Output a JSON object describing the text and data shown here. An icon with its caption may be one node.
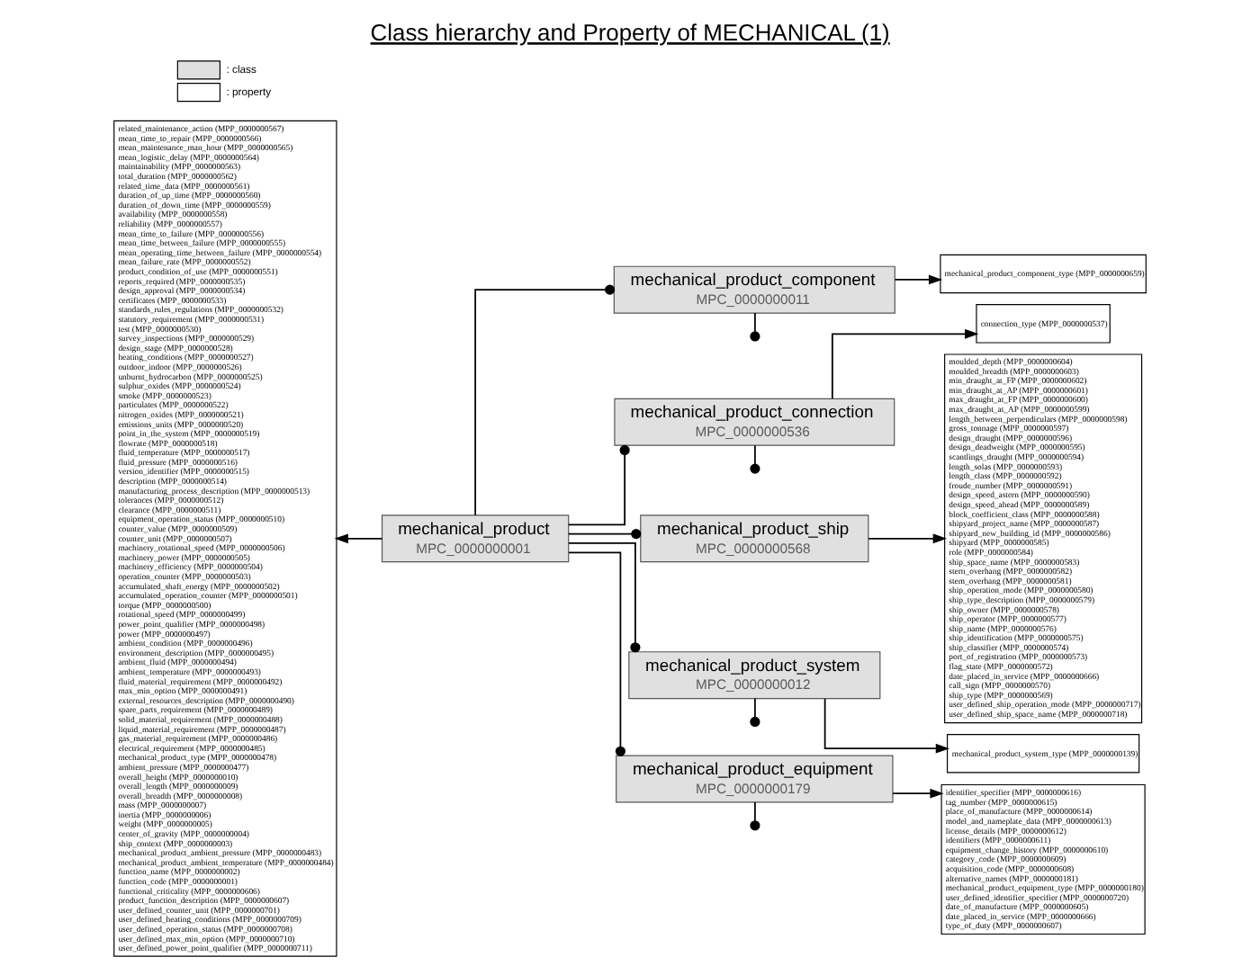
{
  "diagram": {
    "title": "Class hierarchy and Property of MECHANICAL (1)",
    "nodes": [
      {
        "text": [
          "mechanical_product",
          "MPC_0000000001"
        ]
      },
      {
        "text": [
          "mechanical_product_component",
          "MPC_0000000011"
        ]
      },
      {
        "text": [
          "mechanical_product_connection",
          "MPC_0000000536"
        ]
      },
      {
        "text": [
          "mechanical_product_ship",
          "MPC_0000000568"
        ]
      },
      {
        "text": [
          "mechanical_product_system",
          "MPC_0000000012"
        ]
      },
      {
        "text": [
          "mechanical_product_equipment",
          "MPC_0000000179"
        ]
      },
      {
        "text": [
          "related_maintenance_action (MPP_0000000567)",
          "mean_time_to_repair (MPP_0000000566)",
          "mean_maintenance_man_hour (MPP_0000000565)",
          "mean_logistic_delay (MPP_0000000564)",
          "maintainability (MPP_0000000563)",
          "total_duration (MPP_0000000562)",
          "related_time_data (MPP_0000000561)",
          "duration_of_up_time (MPP_0000000560)",
          "duration_of_down_time (MPP_0000000559)",
          "availability (MPP_0000000558)",
          "reliability (MPP_0000000557)",
          "mean_time_to_failure (MPP_0000000556)",
          "mean_time_between_failure (MPP_0000000555)",
          "mean_operating_time_between_failure (MPP_0000000554)",
          "mean_failure_rate (MPP_0000000552)",
          "product_condition_of_use (MPP_0000000551)",
          "reports_required (MPP_0000000535)",
          "design_approval (MPP_0000000534)",
          "certificates (MPP_0000000533)",
          "standards_rules_regulations (MPP_0000000532)",
          "statutory_requirement (MPP_0000000531)",
          "test (MPP_0000000530)",
          "survey_inspections (MPP_0000000529)",
          "design_stage (MPP_0000000528)",
          "heating_conditions (MPP_0000000527)",
          "outdoor_indoor (MPP_0000000526)",
          "unburnt_hydrocarbon (MPP_0000000525)",
          "sulphur_oxides (MPP_0000000524)",
          "smoke (MPP_0000000523)",
          "particulates (MPP_0000000522)",
          "nitrogen_oxides (MPP_0000000521)",
          "emissions_units (MPP_0000000520)",
          "point_in_the_system (MPP_0000000519)",
          "flowrate (MPP_0000000518)",
          "fluid_temperature (MPP_0000000517)",
          "fluid_pressure (MPP_0000000516)",
          "version_identifier (MPP_0000000515)",
          "description (MPP_0000000514)",
          "manufacturing_process_description (MPP_0000000513)",
          "tolerances (MPP_0000000512)",
          "clearance (MPP_0000000511)",
          "equipment_operation_status (MPP_0000000510)",
          "counter_value (MPP_0000000509)",
          "counter_unit (MPP_0000000507)",
          "machinery_rotational_speed (MPP_0000000506)",
          "machinery_power (MPP_0000000505)",
          "machinery_efficiency (MPP_0000000504)",
          "operation_counter (MPP_0000000503)",
          "accumulated_shaft_energy (MPP_0000000502)",
          "accumulated_operation_counter (MPP_0000000501)",
          "torque (MPP_0000000500)",
          "rotational_speed (MPP_0000000499)",
          "power_point_qualifier (MPP_0000000498)",
          "power (MPP_0000000497)",
          "ambient_condition (MPP_0000000496)",
          "environment_description (MPP_0000000495)",
          "ambient_fluid (MPP_0000000494)",
          "ambient_temperature (MPP_0000000493)",
          "fluid_material_requirement (MPP_0000000492)",
          "max_min_option (MPP_0000000491)",
          "external_resources_description (MPP_0000000490)",
          "spare_parts_requirement (MPP_0000000489)",
          "solid_material_requirement (MPP_0000000488)",
          "liquid_material_requirement (MPP_0000000487)",
          "gas_material_requirement (MPP_0000000486)",
          "electrical_requirement (MPP_0000000485)",
          "mechanical_product_type (MPP_0000000478)",
          "ambient_pressure (MPP_0000000477)",
          "overall_height (MPP_0000000010)",
          "overall_length (MPP_0000000009)",
          "overall_breadth (MPP_0000000008)",
          "mass (MPP_0000000007)",
          "inertia (MPP_0000000006)",
          "weight (MPP_0000000005)",
          "center_of_gravity (MPP_0000000004)",
          "ship_context (MPP_0000000003)",
          "mechanical_product_ambient_pressure (MPP_0000000483)",
          "mechanical_product_ambient_temperature (MPP_0000000484)",
          "function_name (MPP_0000000002)",
          "function_code (MPP_0000000001)",
          "functional_criticality (MPP_0000000606)",
          "product_function_description (MPP_0000000607)",
          "user_defined_counter_unit (MPP_0000000701)",
          "user_defined_heating_conditions (MPP_0000000709)",
          "user_defined_operation_status (MPP_0000000708)",
          "user_defined_max_min_option (MPP_0000000710)",
          "user_defined_power_point_qualifier (MPP_0000000711)"
        ]
      },
      {
        "text": [
          "mechanical_product_component_type (MPP_0000000659)"
        ]
      },
      {
        "text": [
          "connection_type (MPP_0000000537)"
        ]
      },
      {
        "text": [
          "moulded_depth (MPP_0000000604)",
          "moulded_breadth (MPP_0000000603)",
          "min_draught_at_FP (MPP_0000000602)",
          "min_draught_at_AP (MPP_0000000601)",
          "max_draught_at_FP (MPP_0000000600)",
          "max_draught_at_AP (MPP_0000000599)",
          "length_between_perpendiculars (MPP_0000000598)",
          "gross_tonnage (MPP_0000000597)",
          "design_draught (MPP_0000000596)",
          "design_deadweight (MPP_0000000595)",
          "scantlings_draught (MPP_0000000594)",
          "length_solas (MPP_0000000593)",
          "length_class (MPP_0000000592)",
          "froude_number (MPP_0000000591)",
          "design_speed_astern (MPP_0000000590)",
          "design_speed_ahead (MPP_0000000589)",
          "block_coefficient_class (MPP_0000000588)",
          "shipyard_project_name (MPP_0000000587)",
          "shipyard_new_building_id (MPP_0000000586)",
          "shipyard (MPP_0000000585)",
          "role (MPP_0000000584)",
          "ship_space_name (MPP_0000000583)",
          "stern_overhang (MPP_0000000582)",
          "stem_overhang (MPP_0000000581)",
          "ship_operation_mode (MPP_0000000580)",
          "ship_type_description (MPP_0000000579)",
          "ship_owner (MPP_0000000578)",
          "ship_operator (MPP_0000000577)",
          "ship_name (MPP_0000000576)",
          "ship_identification (MPP_0000000575)",
          "ship_classifier (MPP_0000000574)",
          "port_of_registration (MPP_0000000573)",
          "flag_state (MPP_0000000572)",
          "date_placed_in_service (MPP_0000000666)",
          "call_sign (MPP_0000000570)",
          "ship_type (MPP_0000000569)",
          "user_defined_ship_operation_mode (MPP_0000000717)",
          "user_defined_ship_space_name (MPP_0000000718)"
        ]
      },
      {
        "text": [
          "mechanical_product_system_type (MPP_0000000139)"
        ]
      },
      {
        "text": [
          "identifier_specifier (MPP_0000000616)",
          "tag_number (MPP_0000000615)",
          "place_of_manufacture (MPP_0000000614)",
          "model_and_nameplate_data (MPP_0000000613)",
          "license_details (MPP_0000000612)",
          "identifiers (MPP_0000000611)",
          "equipment_change_history (MPP_0000000610)",
          "category_code (MPP_0000000609)",
          "acquisition_code (MPP_0000000608)",
          "alternative_names (MPP_0000000181)",
          "mechanical_product_equipment_type (MPP_0000000180)",
          "user_defined_identifier_specifier (MPP_0000000720)",
          "date_of_manufacture (MPP_0000000605)",
          "date_placed_in_service (MPP_0000000666)",
          "type_of_duty (MPP_0000000607)"
        ]
      }
    ],
    "edges": [
      {
        "from": 0,
        "to": 6,
        "arrow": "to"
      },
      {
        "from": 0,
        "to": 1,
        "arrow": "other"
      },
      {
        "from": 0,
        "to": 2,
        "arrow": "other"
      },
      {
        "from": 0,
        "to": 3,
        "arrow": "other"
      },
      {
        "from": 0,
        "to": 4,
        "arrow": "other"
      },
      {
        "from": 0,
        "to": 5,
        "arrow": "other"
      },
      {
        "from": 1,
        "to": 7,
        "arrow": "to"
      },
      {
        "from": 1,
        "to": null,
        "arrow": "other"
      },
      {
        "from": 2,
        "to": 8,
        "arrow": "to"
      },
      {
        "from": 2,
        "to": null,
        "arrow": "other"
      },
      {
        "from": 3,
        "to": 9,
        "arrow": "to"
      },
      {
        "from": 4,
        "to": 10,
        "arrow": "to"
      },
      {
        "from": 4,
        "to": null,
        "arrow": "other"
      },
      {
        "from": 5,
        "to": 11,
        "arrow": "to"
      },
      {
        "from": 5,
        "to": null,
        "arrow": "other"
      }
    ],
    "legend": [
      {
        "text": ": class",
        "color": "#e0e0e0"
      },
      {
        "text": ": property",
        "color": "#ffffff"
      }
    ]
  }
}
